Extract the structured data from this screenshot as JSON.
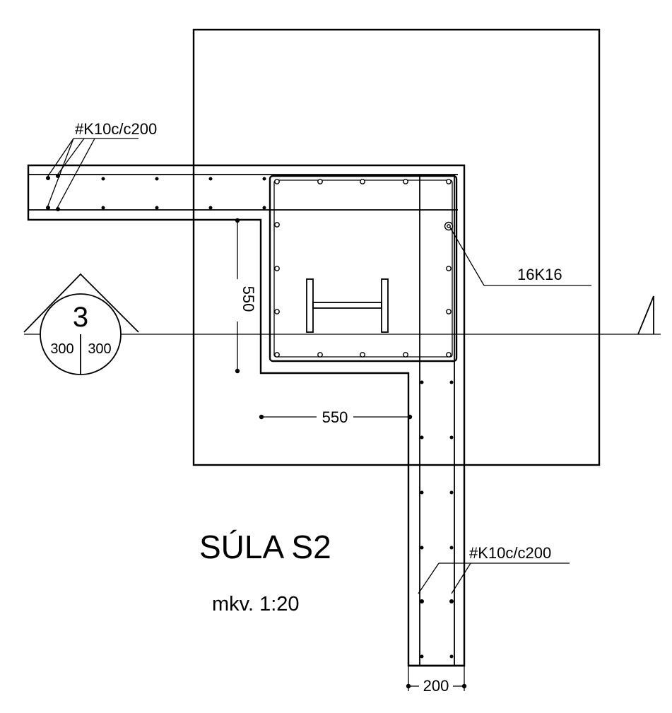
{
  "labels": {
    "title": "SÚLA S2",
    "scale": "mkv. 1:20",
    "rebar_top": "#K10c/c200",
    "rebar_bottom": "#K10c/c200",
    "main_bars": "16K16"
  },
  "section_marker": {
    "number": "3",
    "left": "300",
    "right": "300"
  },
  "dimensions": {
    "vertical": "550",
    "horizontal": "550",
    "width": "200"
  }
}
